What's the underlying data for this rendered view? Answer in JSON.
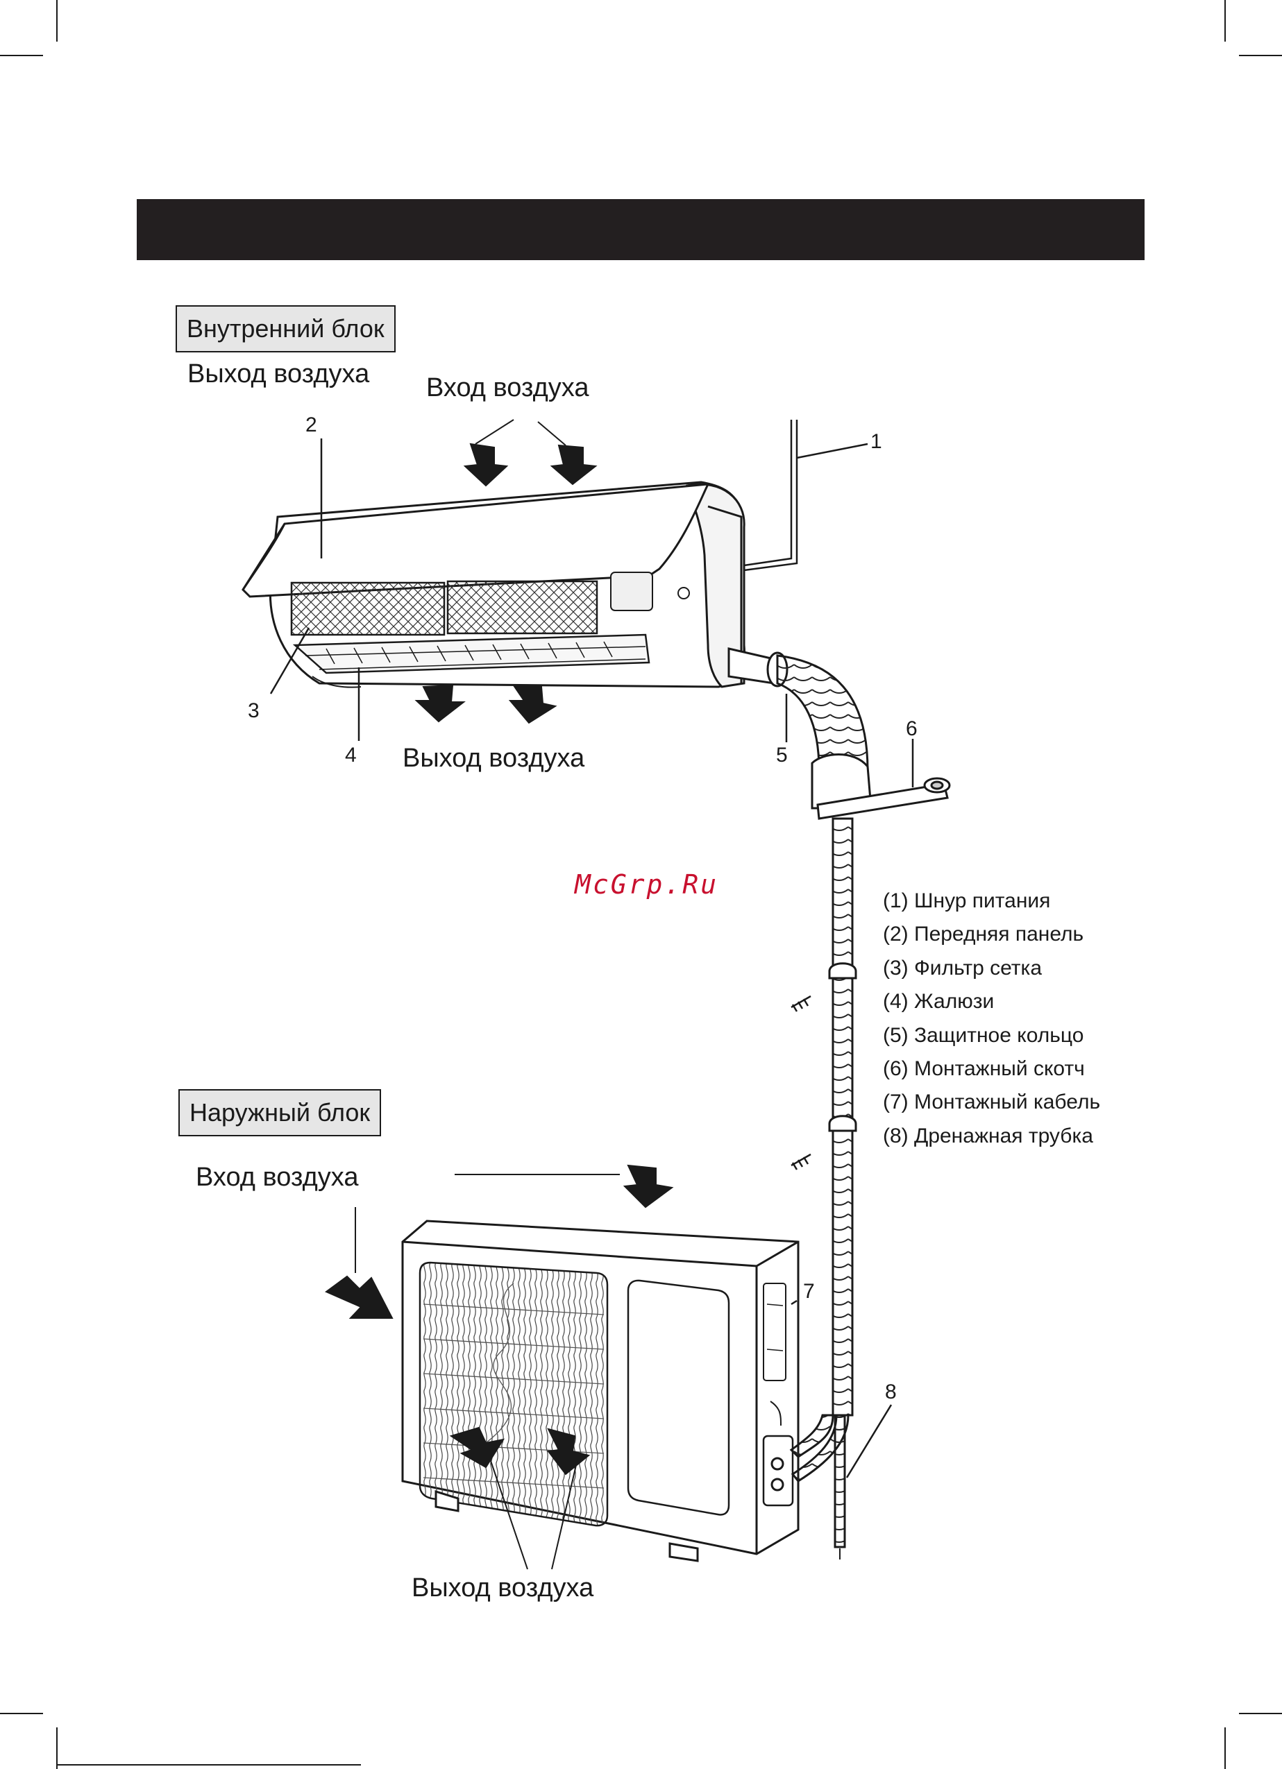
{
  "sections": {
    "indoor": "Внутренний блок",
    "outdoor": "Наружный блок"
  },
  "labels": {
    "indoor_outlet_top": "Выход воздуха",
    "indoor_inlet": "Вход воздуха",
    "indoor_outlet_bottom": "Выход воздуха",
    "outdoor_inlet": "Вход воздуха",
    "outdoor_outlet": "Выход воздуха"
  },
  "callouts": [
    "1",
    "2",
    "3",
    "4",
    "5",
    "6",
    "7",
    "8"
  ],
  "legend": [
    "(1) Шнур питания",
    "(2) Передняя панель",
    "(3) Фильтр сетка",
    "(4) Жалюзи",
    "(5) Защитное кольцо",
    "(6) Монтажный скотч",
    "(7) Монтажный кабель",
    "(8) Дренажная трубка"
  ],
  "watermark": "McGrp.Ru",
  "colors": {
    "header": "#231f20",
    "watermark": "#c8102e",
    "box_fill": "#e6e6e6"
  }
}
